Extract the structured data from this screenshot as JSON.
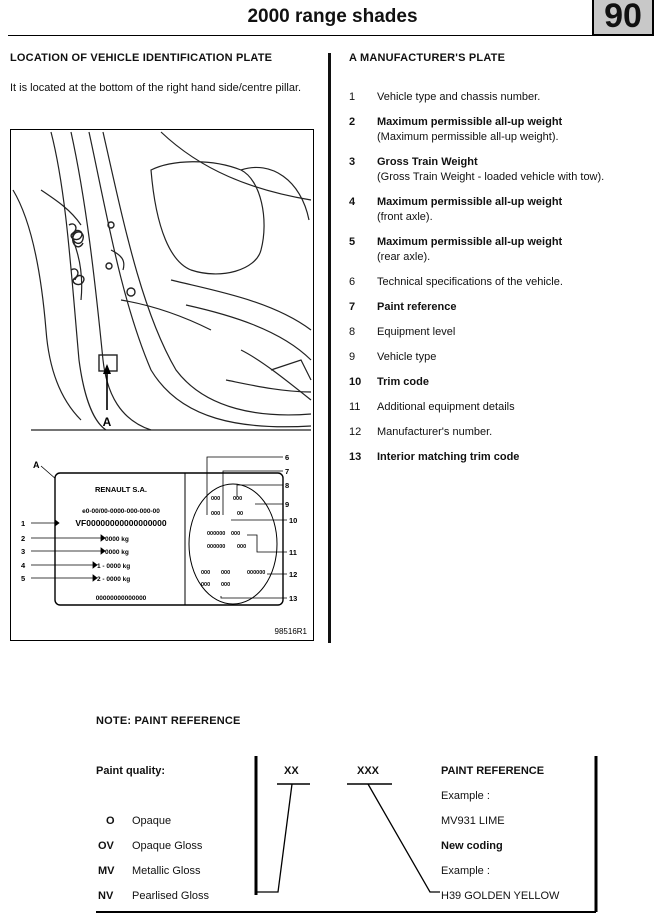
{
  "header": {
    "title": "2000 range shades",
    "section_number": "90"
  },
  "left": {
    "heading": "LOCATION OF VEHICLE IDENTIFICATION PLATE",
    "text": "It is located at the bottom of the right hand side/centre pillar.",
    "figure": {
      "callout_a": "A",
      "plate_label": "A",
      "plate_maker": "RENAULT S.A.",
      "plate_line1": "e0-00/00-0000-000-000-00",
      "plate_vin": "VF00000000000000000",
      "plate_w2": "0000 kg",
      "plate_w3": "0000 kg",
      "plate_w4": "1 - 0000 kg",
      "plate_w5": "2 - 0000 kg",
      "plate_bottom": "00000000000000",
      "left_numbers": [
        "1",
        "2",
        "3",
        "4",
        "5"
      ],
      "right_numbers": [
        "6",
        "7",
        "8",
        "9",
        "10",
        "11",
        "12",
        "13"
      ],
      "ref_code": "98516R1"
    }
  },
  "right": {
    "heading": "A MANUFACTURER'S PLATE",
    "items": [
      {
        "num": "1",
        "title": "",
        "text": "Vehicle type and chassis number."
      },
      {
        "num": "2",
        "title": "Maximum permissible all-up weight",
        "text": "(Maximum permissible all-up weight)."
      },
      {
        "num": "3",
        "title": "Gross Train Weight",
        "text": "(Gross Train Weight - loaded vehicle with tow)."
      },
      {
        "num": "4",
        "title": "Maximum permissible all-up weight",
        "text": "(front axle)."
      },
      {
        "num": "5",
        "title": "Maximum permissible all-up weight",
        "text": "(rear axle)."
      },
      {
        "num": "6",
        "title": "",
        "text": "Technical specifications of the vehicle."
      },
      {
        "num": "7",
        "title": "Paint reference",
        "text": ""
      },
      {
        "num": "8",
        "title": "",
        "text": "Equipment level"
      },
      {
        "num": "9",
        "title": "",
        "text": "Vehicle type"
      },
      {
        "num": "10",
        "title": "Trim code",
        "text": ""
      },
      {
        "num": "11",
        "title": "",
        "text": "Additional equipment details"
      },
      {
        "num": "12",
        "title": "",
        "text": "Manufacturer's number."
      },
      {
        "num": "13",
        "title": "Interior matching trim code",
        "text": ""
      }
    ]
  },
  "note": {
    "heading": "NOTE: PAINT REFERENCE",
    "quality_label": "Paint quality:",
    "code_xx": "XX",
    "code_xxx": "XXX",
    "reference_heading": "PAINT REFERENCE",
    "qualities": [
      {
        "code": "O",
        "name": "Opaque"
      },
      {
        "code": "OV",
        "name": "Opaque Gloss"
      },
      {
        "code": "MV",
        "name": "Metallic Gloss"
      },
      {
        "code": "NV",
        "name": "Pearlised Gloss"
      }
    ],
    "example_label_1": "Example :",
    "example_value_1": "MV931 LIME",
    "new_coding": "New coding",
    "example_label_2": "Example :",
    "example_value_2": "H39 GOLDEN YELLOW"
  }
}
